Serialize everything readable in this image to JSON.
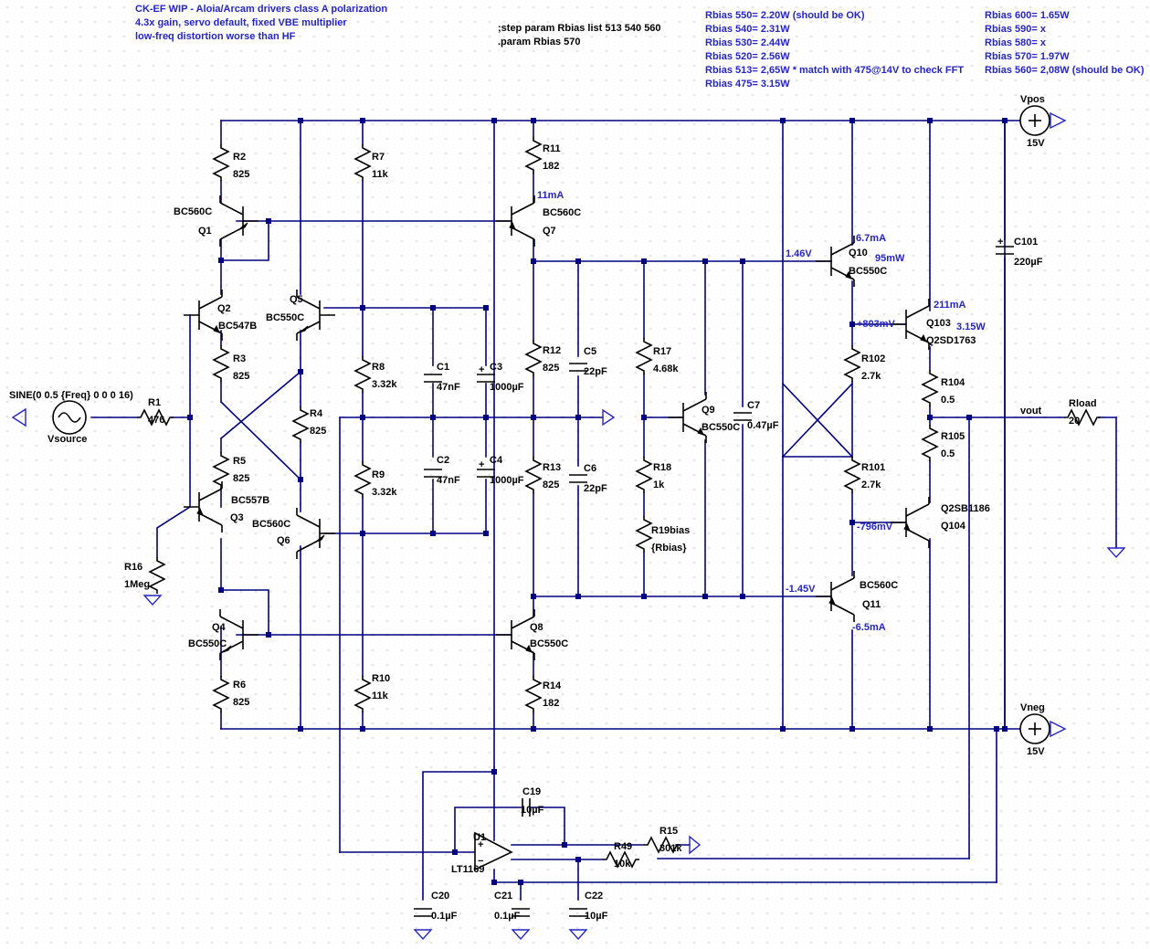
{
  "window": {
    "background_color": "#ffffff",
    "wire_color": "#000080",
    "label_color": "#2424c8",
    "component_color": "#000000"
  },
  "notes": {
    "title_lines": [
      "CK-EF WIP - Aloia/Arcam drivers class A polarization",
      "4.3x gain, servo default, fixed VBE multiplier",
      "low-freq distortion worse than HF"
    ],
    "directive_lines": [
      ";step param Rbias list 513 540 560",
      ".param Rbias 570"
    ],
    "rbias_col1": [
      "Rbias 550= 2.20W (should be OK)",
      "Rbias 540= 2.31W",
      "Rbias 530= 2.44W",
      "Rbias 520= 2.56W",
      "Rbias 513= 2,65W * match with 475@14V to check FFT",
      "Rbias 475= 3.15W"
    ],
    "rbias_col2": [
      "Rbias 600= 1.65W",
      "Rbias 590= x",
      "Rbias 580= x",
      "Rbias 570= 1.97W",
      "Rbias 560= 2,08W (should be OK)"
    ]
  },
  "sources": {
    "vsource": {
      "name": "Vsource",
      "value": "SINE(0 0.5 {Freq} 0 0 0 16)"
    },
    "vpos": {
      "name": "Vpos",
      "value": "15V"
    },
    "vneg": {
      "name": "Vneg",
      "value": "15V"
    }
  },
  "resistors": {
    "r1": {
      "name": "R1",
      "value": "476"
    },
    "r2": {
      "name": "R2",
      "value": "825"
    },
    "r3": {
      "name": "R3",
      "value": "825"
    },
    "r4": {
      "name": "R4",
      "value": "825"
    },
    "r5": {
      "name": "R5",
      "value": "825"
    },
    "r6": {
      "name": "R6",
      "value": "825"
    },
    "r7": {
      "name": "R7",
      "value": "11k"
    },
    "r8": {
      "name": "R8",
      "value": "3.32k"
    },
    "r9": {
      "name": "R9",
      "value": "3.32k"
    },
    "r10": {
      "name": "R10",
      "value": "11k"
    },
    "r11": {
      "name": "R11",
      "value": "182"
    },
    "r12": {
      "name": "R12",
      "value": "825"
    },
    "r13": {
      "name": "R13",
      "value": "825"
    },
    "r14": {
      "name": "R14",
      "value": "182"
    },
    "r15": {
      "name": "R15",
      "value": "301k"
    },
    "r16": {
      "name": "R16",
      "value": "1Meg"
    },
    "r17": {
      "name": "R17",
      "value": "4.68k"
    },
    "r18": {
      "name": "R18",
      "value": "1k"
    },
    "r19": {
      "name": "R19bias",
      "value": "{Rbias}"
    },
    "r49": {
      "name": "R49",
      "value": "10k"
    },
    "r101": {
      "name": "R101",
      "value": "2.7k"
    },
    "r102": {
      "name": "R102",
      "value": "2.7k"
    },
    "r104": {
      "name": "R104",
      "value": "0.5"
    },
    "r105": {
      "name": "R105",
      "value": "0.5"
    },
    "rload": {
      "name": "Rload",
      "value": "20"
    }
  },
  "capacitors": {
    "c1": {
      "name": "C1",
      "value": "47nF"
    },
    "c2": {
      "name": "C2",
      "value": "47nF"
    },
    "c3": {
      "name": "C3",
      "value": "1000µF"
    },
    "c4": {
      "name": "C4",
      "value": "1000µF"
    },
    "c5": {
      "name": "C5",
      "value": "22pF"
    },
    "c6": {
      "name": "C6",
      "value": "22pF"
    },
    "c7": {
      "name": "C7",
      "value": "0.47µF"
    },
    "c19": {
      "name": "C19",
      "value": "10µF"
    },
    "c20": {
      "name": "C20",
      "value": "0.1µF"
    },
    "c21": {
      "name": "C21",
      "value": "0.1µF"
    },
    "c22": {
      "name": "C22",
      "value": "10µF"
    },
    "c101": {
      "name": "C101",
      "value": "220µF"
    }
  },
  "transistors": {
    "q1": {
      "name": "Q1",
      "model": "BC560C"
    },
    "q2": {
      "name": "Q2",
      "model": "BC547B"
    },
    "q3": {
      "name": "Q3",
      "model": "BC557B"
    },
    "q4": {
      "name": "Q4",
      "model": "BC550C"
    },
    "q5": {
      "name": "Q5",
      "model": "BC550C"
    },
    "q6": {
      "name": "Q6",
      "model": "BC560C"
    },
    "q7": {
      "name": "Q7",
      "model": "BC560C"
    },
    "q8": {
      "name": "Q8",
      "model": "BC550C"
    },
    "q9": {
      "name": "Q9",
      "model": "BC550C"
    },
    "q10": {
      "name": "Q10",
      "model": "BC550C"
    },
    "q11": {
      "name": "Q11",
      "model": "BC560C"
    },
    "q103": {
      "name": "Q103",
      "model": "Q2SD1763"
    },
    "q104": {
      "name": "Q104",
      "model": "Q2SB1186"
    }
  },
  "opamp": {
    "name": "U1",
    "model": "LT1169"
  },
  "nets": {
    "vout": "vout"
  },
  "annotations": {
    "q7_current": "11mA",
    "q10_current": "6.7mA",
    "q10_power": "95mW",
    "q10_base_v": "1.46V",
    "q103_current": "211mA",
    "q103_power": "3.15W",
    "q103_base_v": "+803mV",
    "q104_base_v": "-796mV",
    "q11_base_v": "-1.45V",
    "q11_current": "-6.5mA"
  }
}
